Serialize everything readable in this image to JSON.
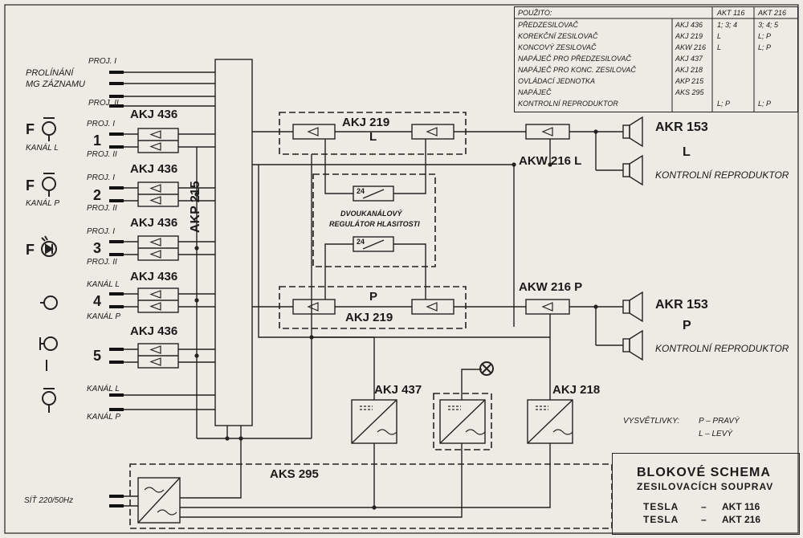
{
  "table": {
    "header": {
      "used": "POUŽITO:",
      "col1": "AKT 116",
      "col2": "AKT 216"
    },
    "rows": [
      {
        "name": "PŘEDZESILOVAČ",
        "code": "AKJ 436",
        "akt116": "1; 3; 4",
        "akt216": "3; 4; 5"
      },
      {
        "name": "KOREKČNÍ ZESILOVAČ",
        "code": "AKJ 219",
        "akt116": "L",
        "akt216": "L; P"
      },
      {
        "name": "KONCOVÝ ZESILOVAČ",
        "code": "AKW 216",
        "akt116": "L",
        "akt216": "L; P"
      },
      {
        "name": "NAPÁJEČ PRO PŘEDZESILOVAČ",
        "code": "AKJ 437",
        "akt116": "",
        "akt216": ""
      },
      {
        "name": "NAPÁJEČ PRO KONC. ZESILOVAČ",
        "code": "AKJ 218",
        "akt116": "",
        "akt216": ""
      },
      {
        "name": "OVLÁDACÍ JEDNOTKA",
        "code": "AKP 215",
        "akt116": "",
        "akt216": ""
      },
      {
        "name": "NAPÁJEČ",
        "code": "AKS 295",
        "akt116": "",
        "akt216": ""
      },
      {
        "name": "KONTROLNÍ REPRODUKTOR",
        "code": "",
        "akt116": "L; P",
        "akt216": "L; P"
      }
    ]
  },
  "inputs": {
    "crossfade_l1": "PROLÍNÁNÍ",
    "crossfade_l2": "MG ZÁZNAMU",
    "proj1": "PROJ. I",
    "proj2": "PROJ. II",
    "kanal_l": "KANÁL L",
    "kanal_p": "KANÁL P",
    "f_letter": "F",
    "ch1": "1",
    "ch2": "2",
    "ch3": "3",
    "ch4": "4",
    "ch5": "5",
    "mains": "SÍŤ 220/50Hz"
  },
  "blocks": {
    "preamp": "AKJ 436",
    "control": "AKP 215",
    "corr_l": "AKJ 219",
    "corr_l_side": "L",
    "corr_p": "AKJ 219",
    "corr_p_side": "P",
    "regulator_l1": "DVOUKANÁLOVÝ",
    "regulator_l2": "REGULÁTOR HLASITOSTI",
    "regulator_val": "24",
    "final_l": "AKW 216 L",
    "final_p": "AKW 216 P",
    "speaker_main": "AKR 153",
    "speaker_l": "L",
    "speaker_p": "P",
    "monitor": "KONTROLNÍ REPRODUKTOR",
    "psu_pre": "AKJ 437",
    "psu_final": "AKJ 218",
    "psu_main": "AKS 295"
  },
  "explain": {
    "title": "VYSVĚTLIVKY:",
    "p": "P – PRAVÝ",
    "l": "L – LEVÝ"
  },
  "titleblock": {
    "t1": "BLOKOVÉ SCHEMA",
    "t2": "ZESILOVACÍCH SOUPRAV",
    "brand": "TESLA",
    "dash": "–",
    "m1": "AKT 116",
    "m2": "AKT 216"
  }
}
